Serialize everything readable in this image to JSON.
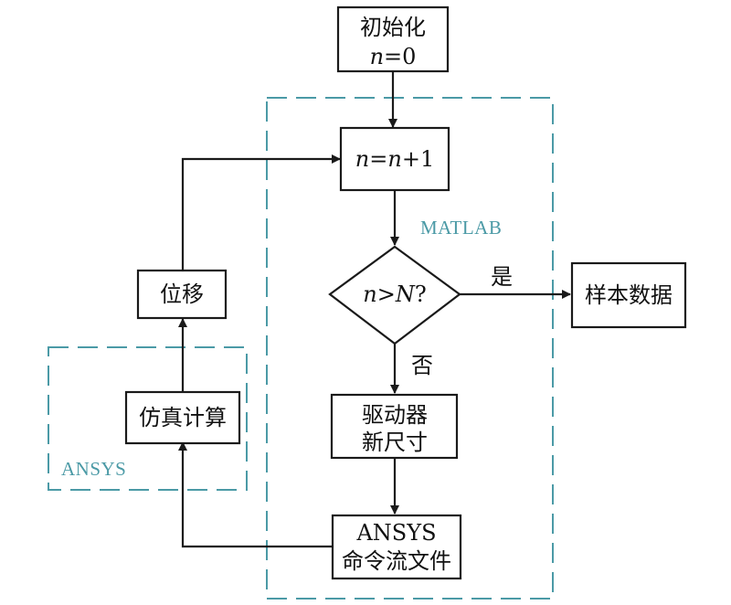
{
  "init": {
    "line1": "初始化",
    "line2_var": "n",
    "line2_rest": "=0"
  },
  "increment": {
    "v1": "n",
    "eq": "=",
    "v2": "n",
    "plus": "+1"
  },
  "decision": {
    "v1": "n",
    "gt": ">",
    "v2": "N",
    "q": "?"
  },
  "yes_label": "是",
  "no_label": "否",
  "sample_data": "样本数据",
  "driver": {
    "line1": "驱动器",
    "line2": "新尺寸"
  },
  "ansys_file": {
    "line1": "ANSYS",
    "line2": "命令流文件"
  },
  "simulation": "仿真计算",
  "displacement": "位移",
  "zones": {
    "matlab": "MATLAB",
    "ansys": "ANSYS"
  },
  "colors": {
    "zone_border": "#4b9aa6",
    "line": "#1a1a1a"
  }
}
